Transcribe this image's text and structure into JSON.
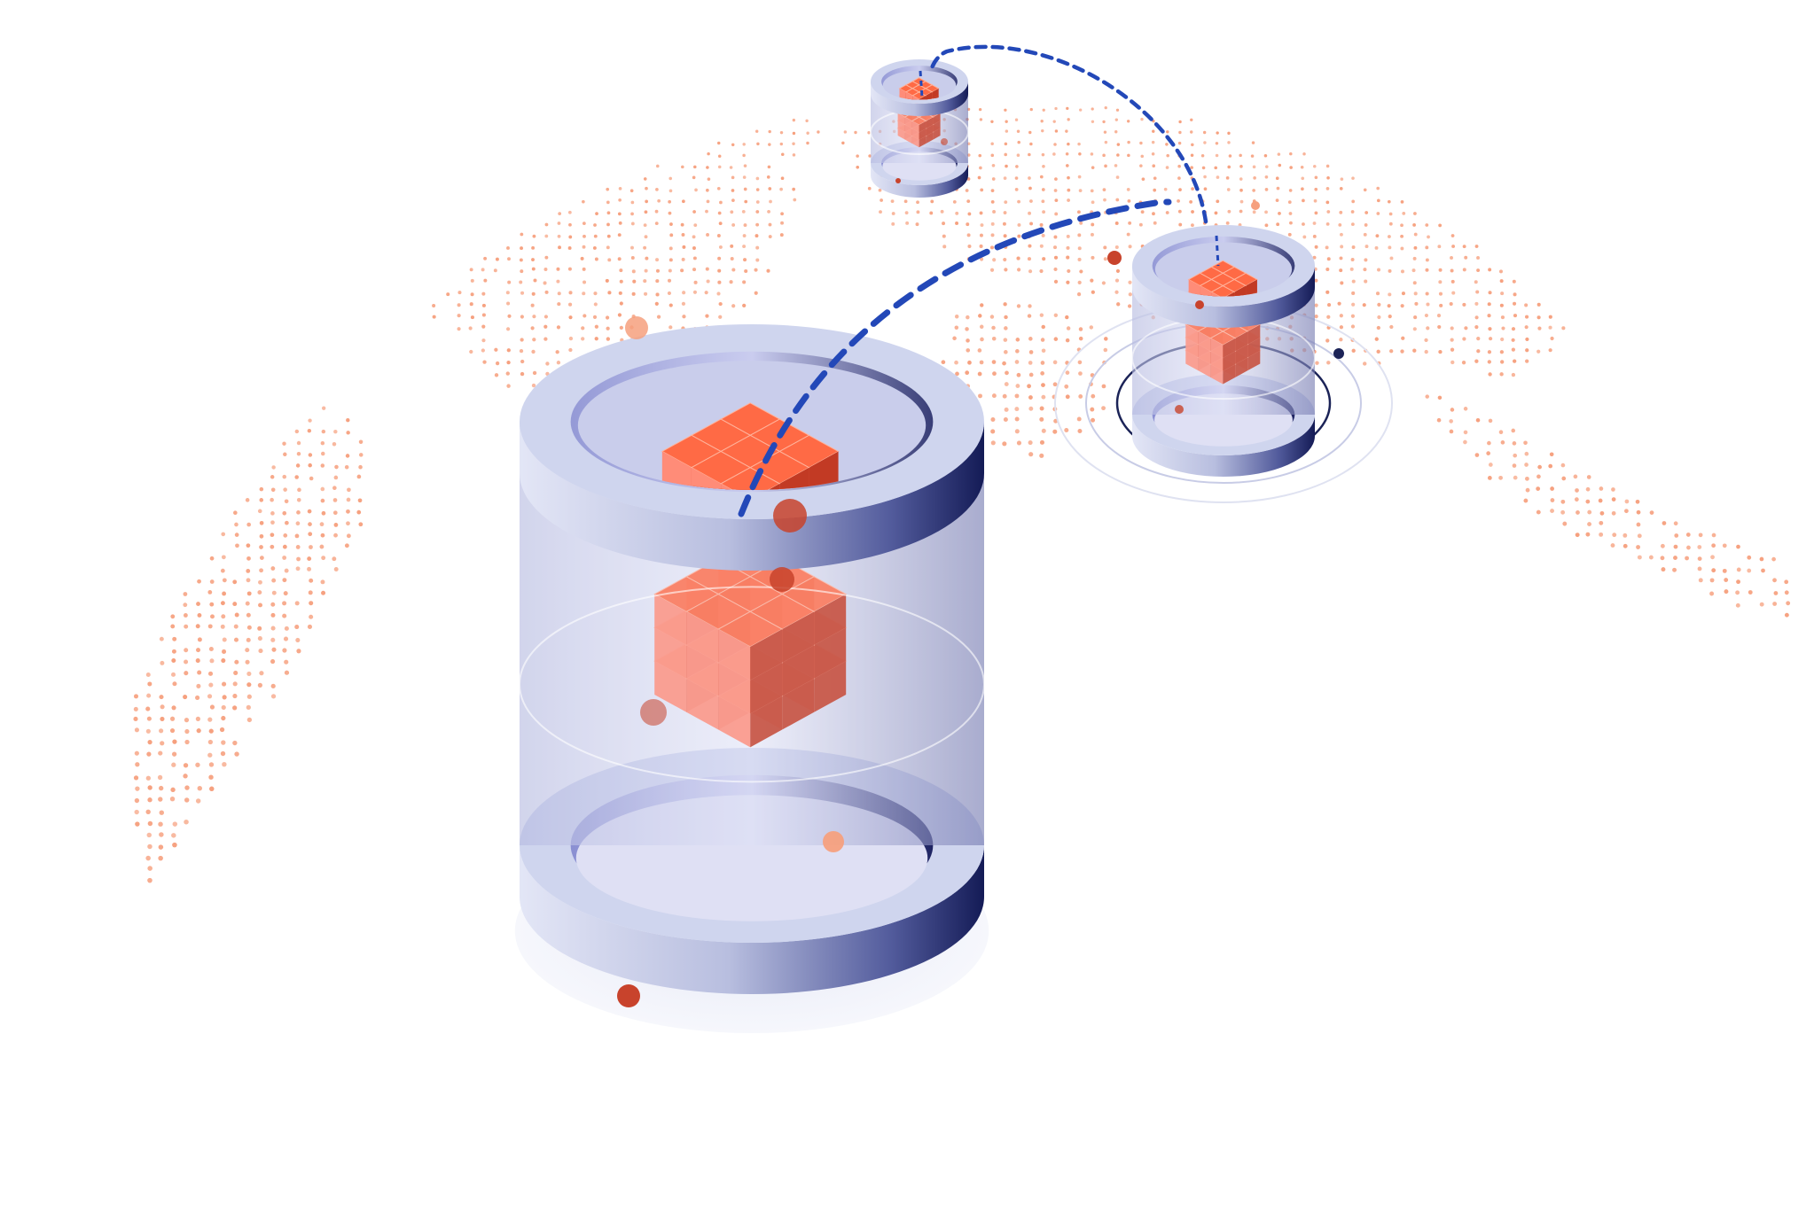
{
  "illustration": {
    "kind": "isometric-data-centers-on-globe",
    "containers": [
      {
        "name": "container-large",
        "cube_grid": "3x3x3"
      },
      {
        "name": "container-small-top",
        "cube_grid": "3x3x3"
      },
      {
        "name": "container-medium-right",
        "cube_grid": "3x3x3"
      }
    ],
    "connections": [
      {
        "from": "container-large",
        "to": "container-medium-right",
        "style": "dashed"
      },
      {
        "from": "container-medium-right",
        "to": "container-small-top",
        "style": "dashed"
      }
    ],
    "colors": {
      "background": "#ffffff",
      "map_dots": "#f6a07e",
      "cube_top": "#ff6a45",
      "cube_left": "#ff8c78",
      "cube_right": "#c23a24",
      "ring_light": "#cfd5ee",
      "ring_dark": "#141b56",
      "connection": "#2348b8",
      "accent_dot": "#c8432c",
      "navy_dot": "#1b2357"
    }
  }
}
